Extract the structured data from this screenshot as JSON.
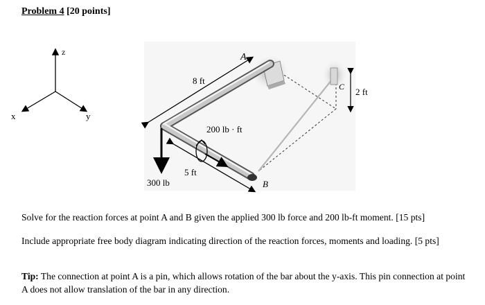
{
  "header": {
    "problem_label": "Problem 4",
    "points_label": "[20 points]"
  },
  "axes": {
    "x_label": "x",
    "y_label": "y",
    "z_label": "z"
  },
  "figure": {
    "point_a": "A",
    "point_b": "B",
    "point_c": "C",
    "length_long": "8 ft",
    "length_short": "5 ft",
    "height": "2 ft",
    "moment": "200 lb · ft",
    "force": "300 lb"
  },
  "body": {
    "para1": "Solve for the reaction forces at point A and B given the applied 300 lb force and 200 lb-ft moment. [15 pts]",
    "para2": "Include appropriate free body diagram indicating direction of the reaction forces, moments and loading. [5 pts]",
    "tip_label": "Tip:",
    "tip_text": "The connection at point A is a pin, which allows rotation of the bar about the y-axis. This pin connection at point A does not allow translation of the bar in any direction."
  }
}
